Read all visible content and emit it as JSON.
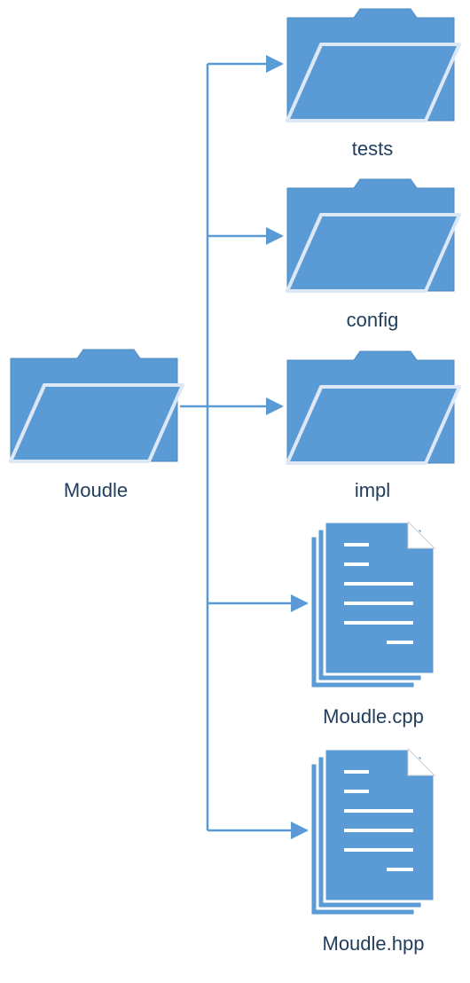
{
  "colors": {
    "folder_fill": "#5b9bd5",
    "folder_front": "#5b9bd5",
    "folder_front_edge": "#dce8f5",
    "connector": "#5b9bd5",
    "label": "#1f3d5c",
    "doc_fill": "#5b9bd5",
    "doc_corner": "#ffffff"
  },
  "root": {
    "label": "Moudle",
    "icon": "folder-icon"
  },
  "children": [
    {
      "label": "tests",
      "icon": "folder-icon"
    },
    {
      "label": "config",
      "icon": "folder-icon"
    },
    {
      "label": "impl",
      "icon": "folder-icon"
    },
    {
      "label": "Moudle.cpp",
      "icon": "document-stack-icon"
    },
    {
      "label": "Moudle.hpp",
      "icon": "document-stack-icon"
    }
  ]
}
